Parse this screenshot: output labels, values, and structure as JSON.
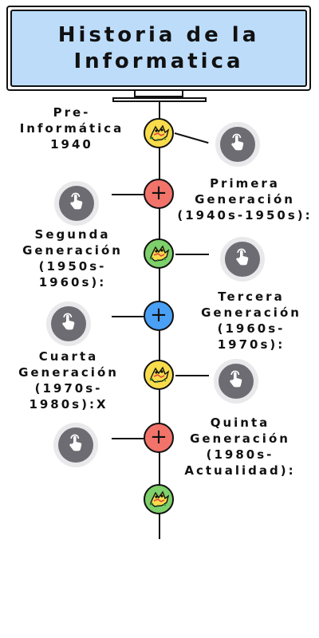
{
  "title": "Historia de la\nInformatica",
  "nodes": [
    {
      "kind": "bug",
      "color": "#f8dc4c",
      "label": "Pre-\nInformática\n1940"
    },
    {
      "kind": "plus",
      "color": "#f2736a",
      "label": "Primera\nGeneración\n(1940s-1950s):"
    },
    {
      "kind": "bug",
      "color": "#7ed06a",
      "label": "Segunda\nGeneración\n(1950s-\n1960s):"
    },
    {
      "kind": "plus",
      "color": "#4aa0f5",
      "label": "Tercera\nGeneración\n(1960s-\n1970s):"
    },
    {
      "kind": "bug",
      "color": "#f8dc4c",
      "label": "Cuarta\nGeneración\n(1970s-\n1980s):X"
    },
    {
      "kind": "plus",
      "color": "#f2736a",
      "label": "Quinta\nGeneración\n(1980s-\nActualidad):"
    },
    {
      "kind": "bug",
      "color": "#7ed06a",
      "label": ""
    }
  ],
  "icons": {
    "node_bug": "bug-icon",
    "node_plus": "plus-icon",
    "tap": "tap-hand-icon"
  }
}
